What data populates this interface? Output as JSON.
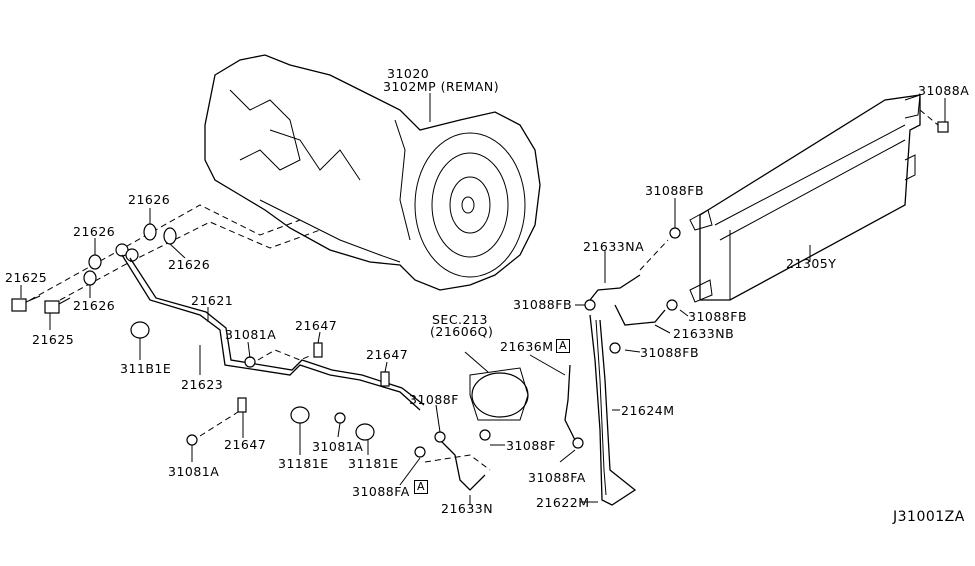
{
  "diagram": {
    "id_code": "J31001ZA",
    "section_ref": "SEC.213",
    "section_sub": "(21606Q)",
    "callout_marker": "A",
    "labels": {
      "transmission": "31020",
      "transmission_reman": "3102MP (REMAN)",
      "washer_1": "21626",
      "washer_2": "21626",
      "washer_3": "21626",
      "washer_4": "21626",
      "bolt_1": "21625",
      "bolt_2": "21625",
      "tube_upper": "21621",
      "tube_lower": "21623",
      "clip_e_1": "311B1E",
      "bolt_a_1": "31081A",
      "clamp_1": "21647",
      "clamp_2": "21647",
      "clamp_3": "21647",
      "bolt_a_2": "31081A",
      "bolt_a_3": "31081A",
      "clip_e_2": "31181E",
      "clip_e_3": "31181E",
      "hose_clamp_f_1": "31088F",
      "hose_clamp_f_2": "31088F",
      "hose_clamp_fa_1": "31088FA",
      "hose_clamp_fa_2": "31088FA",
      "hose_n": "21633N",
      "hose_m": "21636M",
      "hose_na": "21633NA",
      "hose_nb": "21633NB",
      "hose_clamp_fb_1": "31088FB",
      "hose_clamp_fb_2": "31088FB",
      "hose_clamp_fb_3": "31088FB",
      "hose_clamp_fb_4": "31088FB",
      "tube_m": "21624M",
      "tube_m2": "21622M",
      "cooler": "21305Y",
      "bolt_cooler": "31088A"
    }
  }
}
